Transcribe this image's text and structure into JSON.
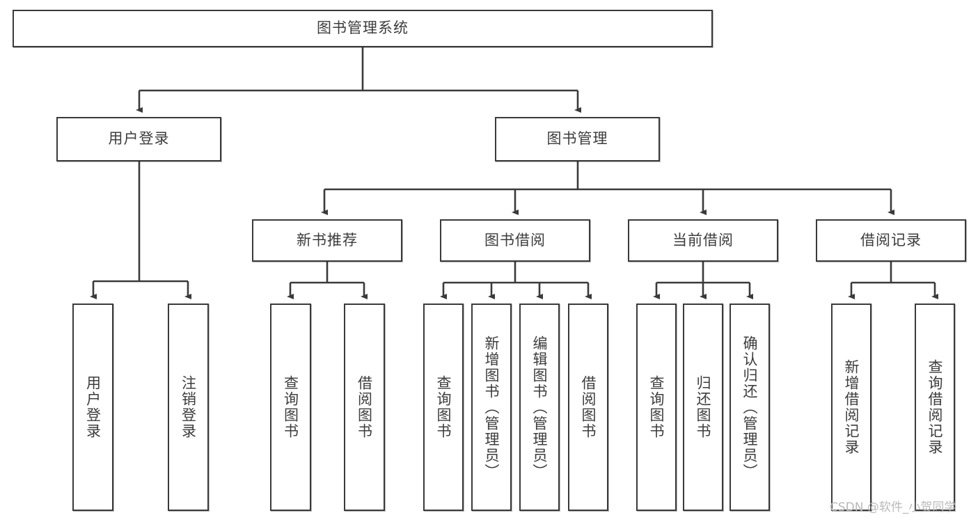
{
  "diagram": {
    "title": "图书管理系统",
    "type": "hierarchy-tree",
    "accent_color": "#3a3a3a",
    "text_color": "#3c3c3c",
    "background": "#ffffff"
  },
  "root": {
    "label": "图书管理系统"
  },
  "level2": [
    {
      "id": "user-login",
      "label": "用户登录"
    },
    {
      "id": "book-management",
      "label": "图书管理"
    }
  ],
  "level3": [
    {
      "id": "new-book-recommend",
      "label": "新书推荐"
    },
    {
      "id": "book-borrow",
      "label": "图书借阅"
    },
    {
      "id": "current-borrow",
      "label": "当前借阅"
    },
    {
      "id": "borrow-record",
      "label": "借阅记录"
    }
  ],
  "leaves": {
    "user_login": [
      {
        "id": "leaf-user-login",
        "label": "用户登录"
      },
      {
        "id": "leaf-logout-login",
        "label": "注销登录"
      }
    ],
    "new_book_recommend": [
      {
        "id": "leaf-query-book-1",
        "label": "查询图书"
      },
      {
        "id": "leaf-borrow-book-1",
        "label": "借阅图书"
      }
    ],
    "book_borrow": [
      {
        "id": "leaf-query-book-2",
        "label": "查询图书"
      },
      {
        "id": "leaf-add-book",
        "label": "新增图书（管理员）"
      },
      {
        "id": "leaf-edit-book",
        "label": "编辑图书（管理员）"
      },
      {
        "id": "leaf-borrow-book-2",
        "label": "借阅图书"
      }
    ],
    "current_borrow": [
      {
        "id": "leaf-query-book-3",
        "label": "查询图书"
      },
      {
        "id": "leaf-return-book",
        "label": "归还图书"
      },
      {
        "id": "leaf-confirm-return",
        "label": "确认归还（管理员）"
      }
    ],
    "borrow_record": [
      {
        "id": "leaf-add-record",
        "label": "新增借阅记录"
      },
      {
        "id": "leaf-query-record",
        "label": "查询借阅记录"
      }
    ]
  },
  "watermark": {
    "text": "CSDN @软件_小贺同学"
  }
}
